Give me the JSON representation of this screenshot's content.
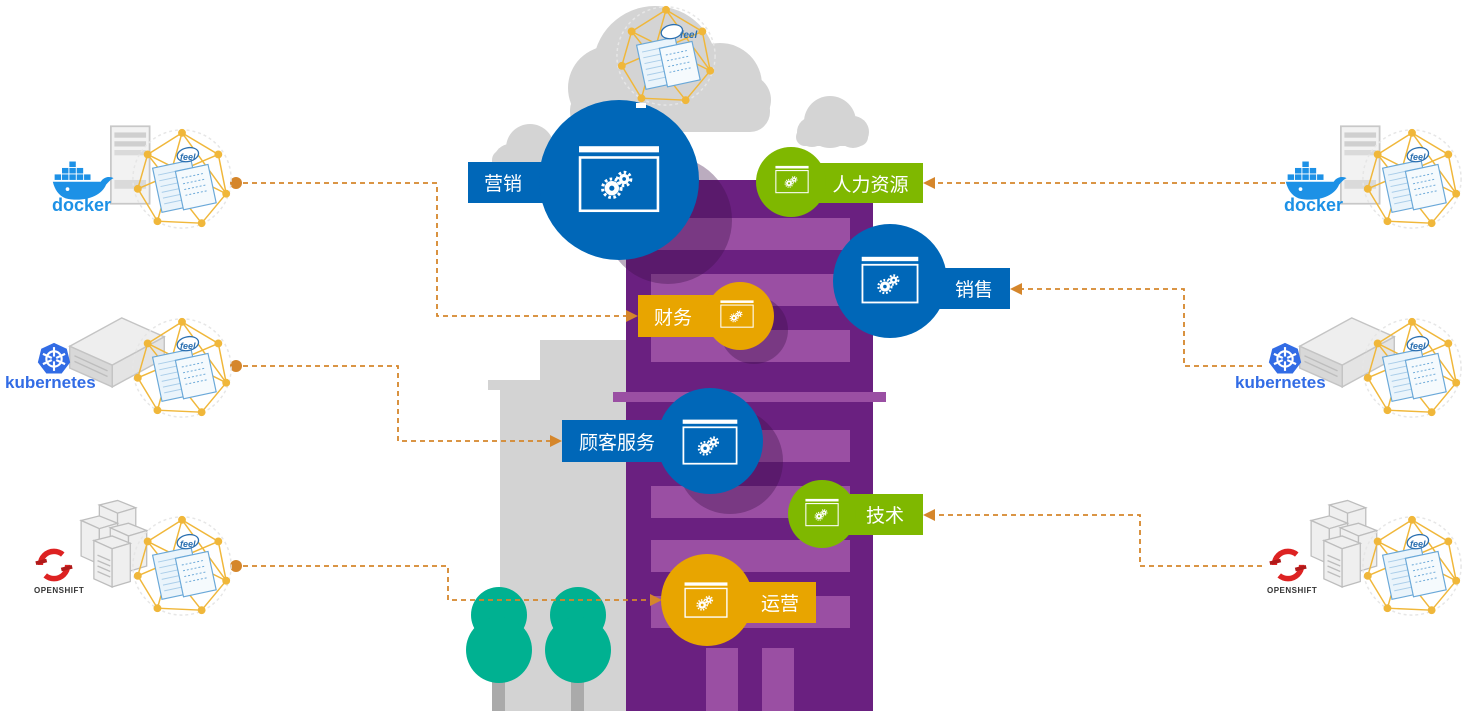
{
  "colors": {
    "blue": "#0067b8",
    "green": "#7fb800",
    "gold": "#e8a500",
    "purple": "#6a2080",
    "purple_light": "#9a4fa3",
    "gray_building": "#d3d3d3",
    "tree": "#00b191",
    "connector": "#d5862b",
    "docker_blue": "#1d91e6",
    "k8s_blue": "#326ce5",
    "openshift_red": "#dd2222"
  },
  "departments": {
    "marketing": "营销",
    "hr": "人力资源",
    "finance": "财务",
    "sales": "销售",
    "customer_service": "顾客服务",
    "technology": "技术",
    "operations": "运营"
  },
  "platforms": {
    "left_top": "docker",
    "left_middle": "kubernetes",
    "left_bottom": "OPENSHIFT",
    "right_top": "docker",
    "right_middle": "kubernetes",
    "right_bottom": "OPENSHIFT"
  },
  "badge_text": "feel",
  "icons": {
    "app_window": "app-window-gears-icon",
    "docker": "docker-whale-icon",
    "kubernetes": "kubernetes-helm-icon",
    "openshift": "openshift-ring-icon",
    "server": "server-tower-icon",
    "cloud": "cloud-icon"
  }
}
